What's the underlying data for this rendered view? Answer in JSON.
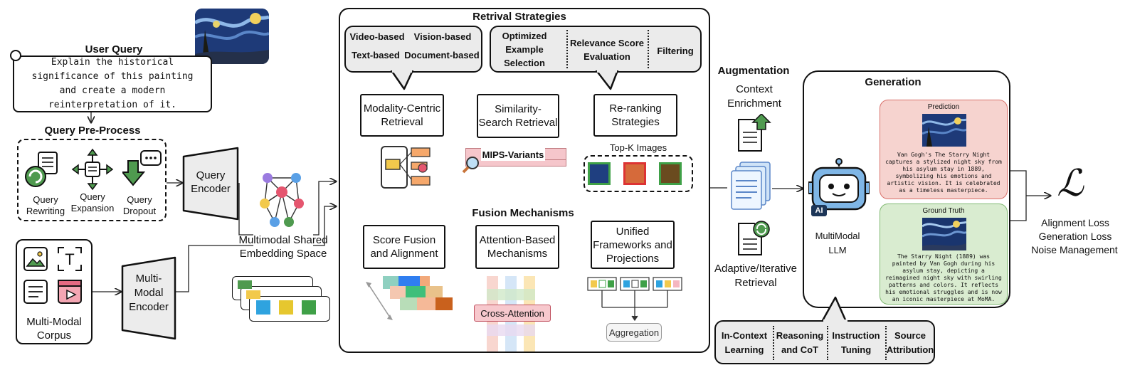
{
  "user_query": {
    "title": "User Query",
    "text": "Explain the historical significance of this painting and create a modern reinterpretation of it."
  },
  "query_preprocess": {
    "title": "Query Pre-Process",
    "items": [
      "Query Rewriting",
      "Query Expansion",
      "Query Dropout"
    ]
  },
  "query_encoder": "Query Encoder",
  "corpus": {
    "label": "Multi-Modal Corpus"
  },
  "mm_encoder": "Multi-Modal Encoder",
  "embedding_space": "Multimodal Shared Embedding Space",
  "retrieval": {
    "title": "Retrival Strategies",
    "bubble_left": [
      "Video-based",
      "Vision-based",
      "Text-based",
      "Document-based"
    ],
    "bubble_right": [
      "Optimized Example Selection",
      "Relevance Score Evaluation",
      "Filtering"
    ],
    "boxes": [
      "Modality-Centric Retrieval",
      "Similarity-Search Retrieval",
      "Re-ranking Strategies"
    ],
    "mips_label": "MIPS-Variants",
    "topk_label": "Top-K Images"
  },
  "fusion": {
    "title": "Fusion Mechanisms",
    "boxes": [
      "Score Fusion and Alignment",
      "Attention-Based Mechanisms",
      "Unified Frameworks and Projections"
    ],
    "cross_attention": "Cross-Attention",
    "aggregation": "Aggregation"
  },
  "augmentation": {
    "title": "Augmentation",
    "context": "Context Enrichment",
    "adaptive": "Adaptive/Iterative Retrieval"
  },
  "generation": {
    "title": "Generation",
    "llm_label": "MultiModal LLM",
    "ai_badge": "AI",
    "prediction": {
      "title": "Prediction",
      "text": "Van Gogh's The Starry Night captures a stylized night sky from his asylum stay in 1889, symbolizing his emotions and artistic vision. It is celebrated as a timeless masterpiece."
    },
    "ground_truth": {
      "title": "Ground Truth",
      "text": "The Starry Night (1889) was painted by Van Gogh during his asylum stay, depicting a reimagined night sky with swirling patterns and colors. It reflects his emotional struggles and is now an iconic masterpiece at MoMA."
    }
  },
  "loss": {
    "symbol": "ℒ",
    "items": [
      "Alignment Loss",
      "Generation Loss",
      "Noise Management"
    ]
  },
  "bottom_bubble": [
    "In-Context Learning",
    "Reasoning and CoT",
    "Instruction Tuning",
    "Source Attribution"
  ],
  "colors": {
    "prediction_bg": "#f6d3cf",
    "prediction_border": "#d9706a",
    "ground_truth_bg": "#d9ecd0",
    "ground_truth_border": "#7fb870",
    "robot_blue": "#7fb6e6",
    "mips_pink": "#f5c6cb",
    "painting_blue": "#1d3b7a"
  }
}
